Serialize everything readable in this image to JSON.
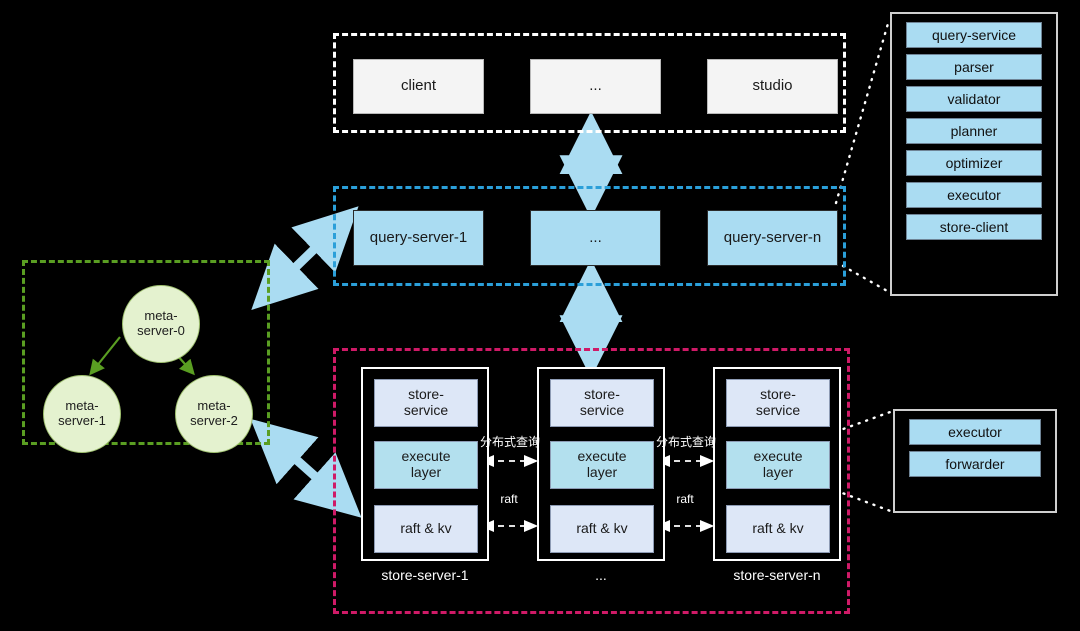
{
  "diagram": {
    "title": "distributed graph database architecture",
    "colors": {
      "background": "#000000",
      "client_border": "#ffffff",
      "query_border": "#2b9fd9",
      "query_fill": "#aadcf2",
      "meta_border": "#5a9e22",
      "meta_fill": "#e4f2cf",
      "store_border": "#cf1a67",
      "store_service_fill": "#dde7f7",
      "store_exec_fill": "#b3e0ee",
      "arrow_fill": "#aadcf2",
      "leader_line": "#ffffff"
    }
  },
  "client_layer": {
    "boxes": [
      {
        "label": "client"
      },
      {
        "label": "..."
      },
      {
        "label": "studio"
      }
    ]
  },
  "query_layer": {
    "boxes": [
      {
        "label": "query-server-1"
      },
      {
        "label": "..."
      },
      {
        "label": "query-server-n"
      }
    ]
  },
  "meta_layer": {
    "nodes": [
      {
        "line1": "meta-",
        "line2": "server-0"
      },
      {
        "line1": "meta-",
        "line2": "server-1"
      },
      {
        "line1": "meta-",
        "line2": "server-2"
      }
    ]
  },
  "store_layer": {
    "servers": [
      {
        "label": "store-server-1",
        "parts": [
          {
            "line1": "store-",
            "line2": "service"
          },
          {
            "line1": "execute",
            "line2": "layer"
          },
          {
            "line1": "raft & kv",
            "line2": ""
          }
        ]
      },
      {
        "label": "...",
        "parts": [
          {
            "line1": "store-",
            "line2": "service"
          },
          {
            "line1": "execute",
            "line2": "layer"
          },
          {
            "line1": "raft & kv",
            "line2": ""
          }
        ]
      },
      {
        "label": "store-server-n",
        "parts": [
          {
            "line1": "store-",
            "line2": "service"
          },
          {
            "line1": "execute",
            "line2": "layer"
          },
          {
            "line1": "raft & kv",
            "line2": ""
          }
        ]
      }
    ],
    "connector_labels": {
      "distributed_query_1": "分布式查询",
      "distributed_query_2": "分布式查询",
      "raft_1": "raft",
      "raft_2": "raft"
    }
  },
  "query_detail_panel": {
    "items": [
      {
        "label": "query-service"
      },
      {
        "label": "parser"
      },
      {
        "label": "validator"
      },
      {
        "label": "planner"
      },
      {
        "label": "optimizer"
      },
      {
        "label": "executor"
      },
      {
        "label": "store-client"
      }
    ]
  },
  "store_detail_panel": {
    "items": [
      {
        "label": "executor"
      },
      {
        "label": "forwarder"
      }
    ]
  }
}
